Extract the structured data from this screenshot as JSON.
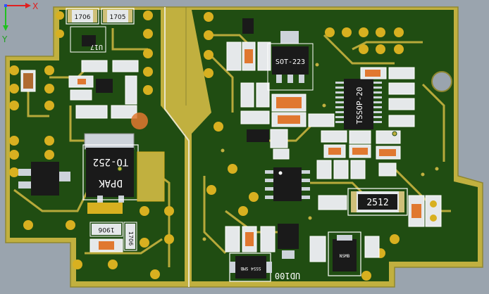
{
  "viewport": {
    "axes": {
      "x_label": "X",
      "y_label": "Y"
    }
  },
  "colors": {
    "background": "#9aa4ae",
    "board": "#c1b03f",
    "copper_pour": "#204d12",
    "pad": "#d8b020",
    "silkscreen": "#ffffff",
    "ic_body": "#1a1a1a",
    "tab": "#cdd3da",
    "highlight_pad": "#e07830"
  },
  "labels": {
    "r1706": "1706",
    "r1705": "1705",
    "u_top": "U17",
    "dpak": "DPAK",
    "to252": "TO-252",
    "sot223": "SOT-223",
    "tssop": "TSSOP-20",
    "r2512": "2512",
    "r1706_b": "1706",
    "r1906": "1906",
    "u_bottom": "UD100",
    "smb_mark": "SS54 SMB",
    "mosfet_mark": "NSMB"
  }
}
